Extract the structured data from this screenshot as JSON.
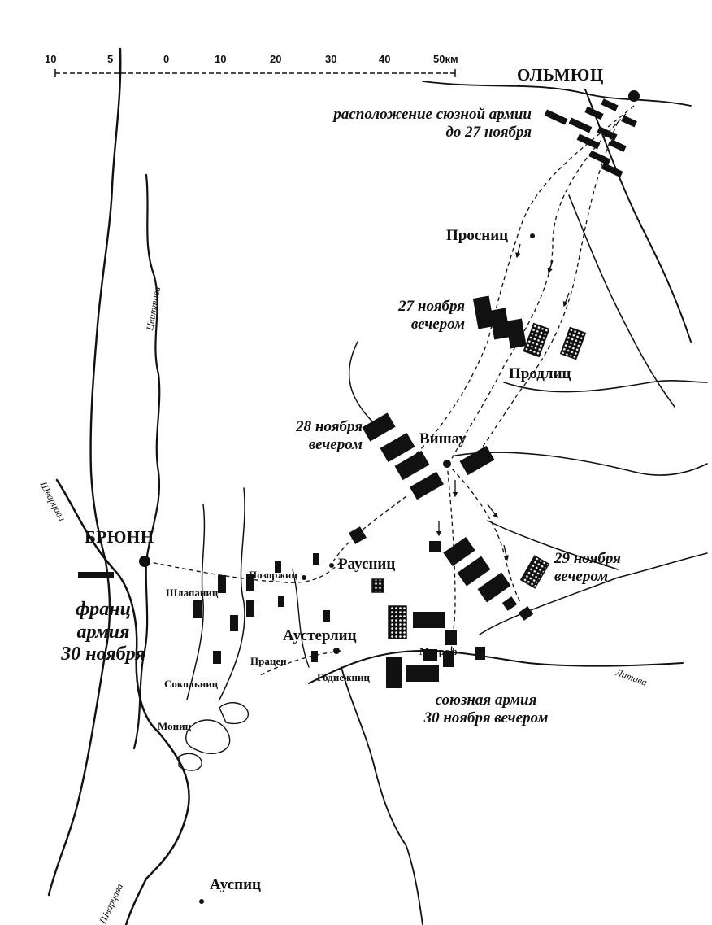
{
  "scale": {
    "ticks": [
      "10",
      "5",
      "0",
      "10",
      "20",
      "30",
      "40",
      "50км"
    ]
  },
  "cities": {
    "olmutz": "ОЛЬМЮЦ",
    "prosnitz": "Просниц",
    "prodlitz": "Продлиц",
    "wischau": "Вишау",
    "brunn": "БРЮНН",
    "rausnitz": "Раусниц",
    "austerlitz": "Аустерлиц",
    "posorschitz": "Позоржиц",
    "schlapanitz": "Шлапаниц",
    "pratzen": "Працен",
    "sokolnitz": "Сокольниц",
    "moenitz": "Мониц",
    "gotschigniz": "Годиежниц",
    "nemrof": "Мегроф",
    "auspitz": "Ауспиц"
  },
  "annotations": {
    "allied_before_l1": "расположение сюзной армии",
    "allied_before_l2": "до 27 ноября",
    "nov27_l1": "27 ноября",
    "nov27_l2": "вечером",
    "nov28_l1": "28 ноября",
    "nov28_l2": "вечером",
    "nov29_l1": "29 ноября",
    "nov29_l2": "вечером",
    "french_l1": "франц",
    "french_l2": "армия",
    "french_l3": "30 ноября",
    "allied_30_l1": "союзная армия",
    "allied_30_l2": "30 ноября вечером"
  },
  "rivers": {
    "schwarzawa_top": "Шварцава",
    "zwittawa": "Цвиттава",
    "schwarzawa_bottom": "Шварцава",
    "littawa": "Литава"
  },
  "colors": {
    "ink": "#111111",
    "paper": "#ffffff"
  }
}
